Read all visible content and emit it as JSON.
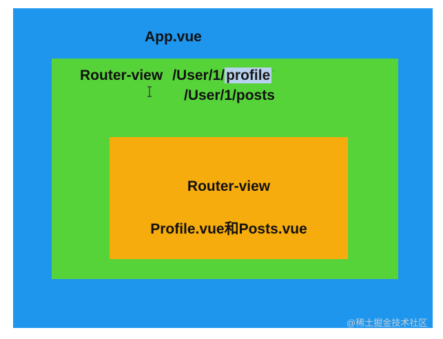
{
  "app": {
    "title": "App.vue"
  },
  "router": {
    "label": "Router-view",
    "path_prefix": "/User/1/",
    "path_highlighted": "profile",
    "path_second": "/User/1/posts"
  },
  "child": {
    "title": "Router-view",
    "subtitle": "Profile.vue和Posts.vue"
  },
  "watermark": {
    "text": "@稀土掘金技术社区"
  },
  "colors": {
    "app_box": "#1e96ee",
    "router_box": "#57d33a",
    "child_box": "#f7ac0d",
    "selection": "#b9d2ef"
  }
}
